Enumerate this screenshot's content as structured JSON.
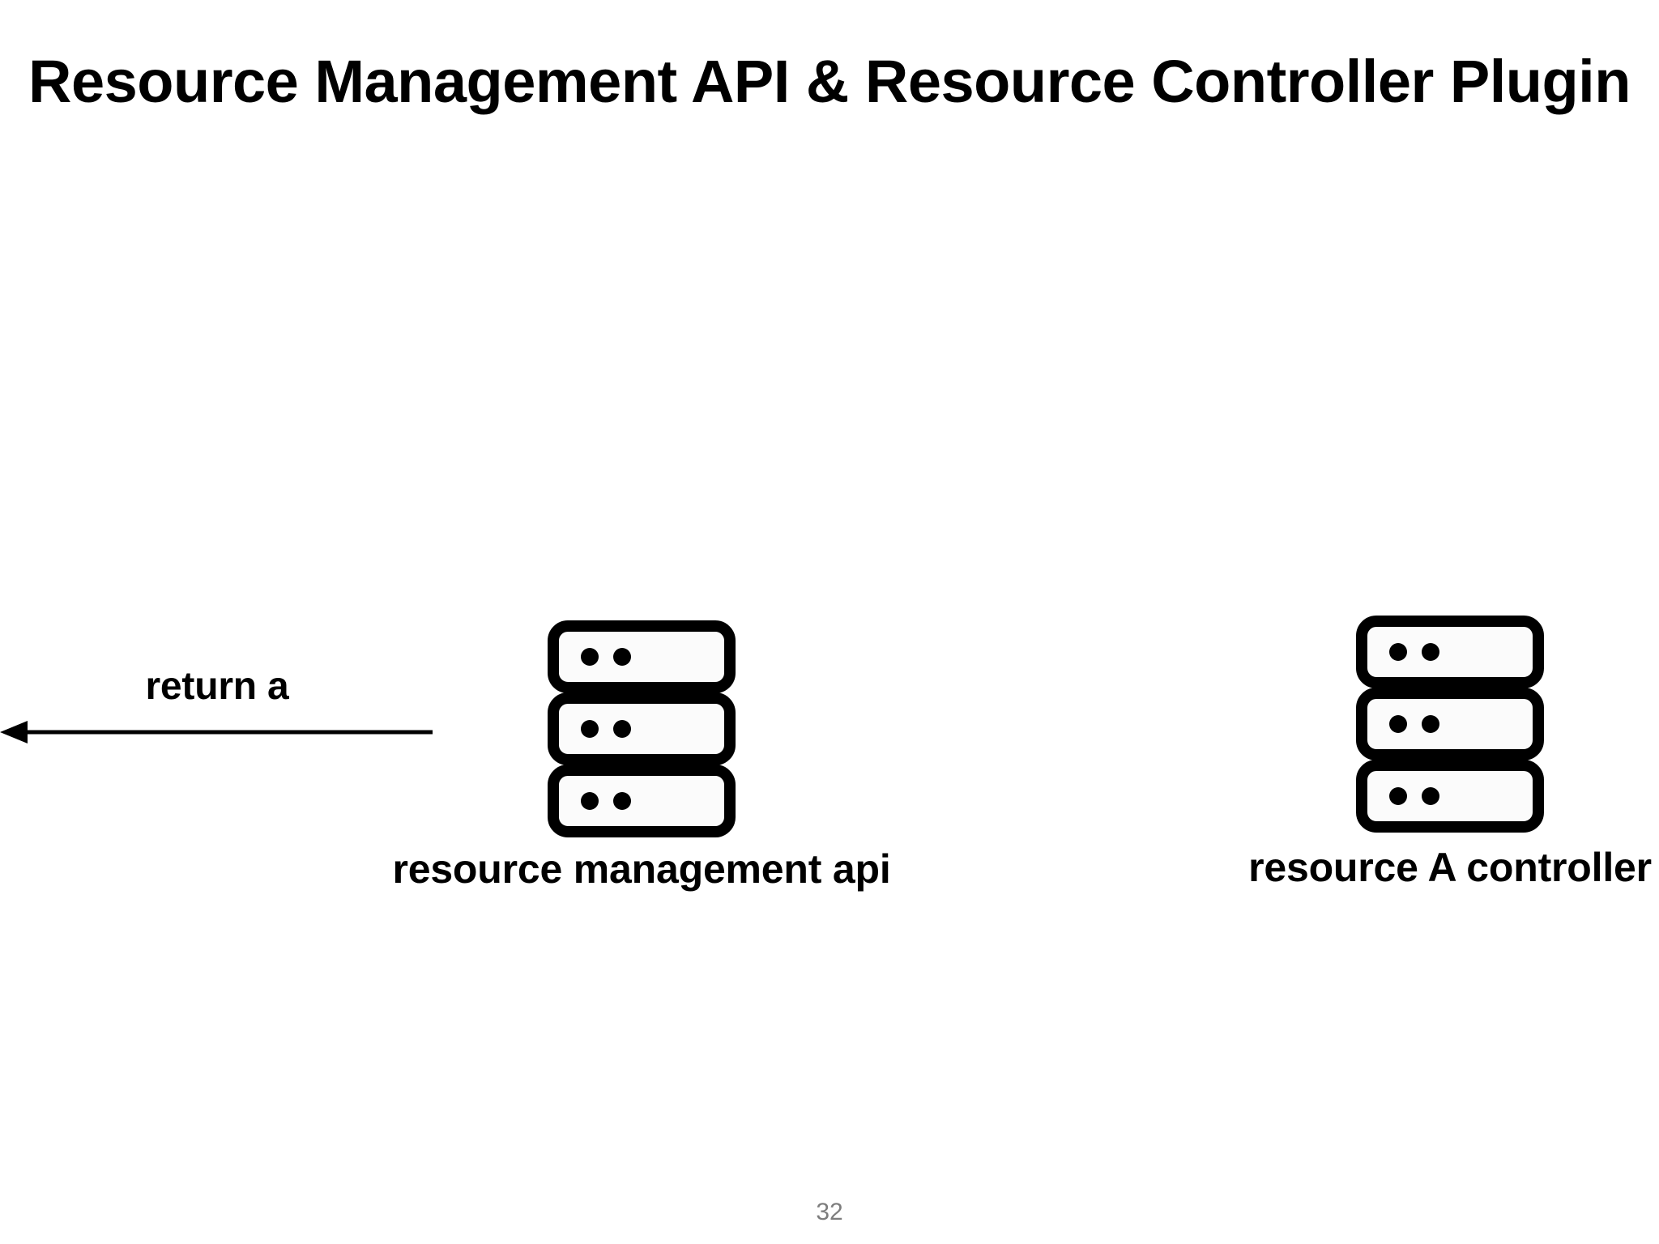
{
  "slide": {
    "title": "Resource Management API & Resource Controller Plugin",
    "page_number": "32",
    "background_color": "#ffffff",
    "ink_color": "#000000",
    "page_number_color": "#7d7d7d"
  },
  "nodes": [
    {
      "id": "resource-management-api",
      "label": "resource management api",
      "icon": "server-stack-icon",
      "rows": 3,
      "dots_per_row": 2
    },
    {
      "id": "resource-a-controller",
      "label": "resource A controller",
      "icon": "server-stack-icon",
      "rows": 3,
      "dots_per_row": 2
    }
  ],
  "messages": [
    {
      "id": "return-a",
      "label": "return a",
      "direction": "left",
      "arrow": "left-arrow-icon"
    }
  ]
}
